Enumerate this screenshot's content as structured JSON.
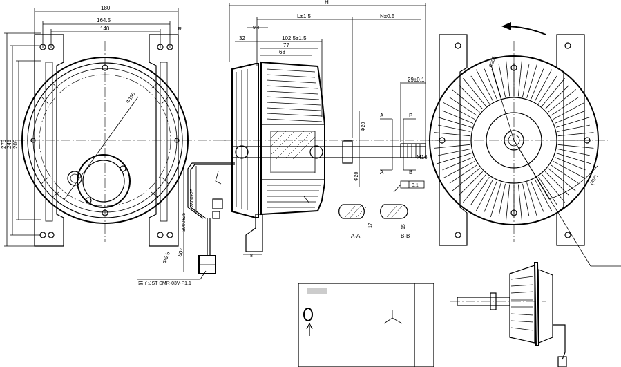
{
  "front_view": {
    "dims": {
      "w180": "180",
      "w164": "164.5",
      "w140": "140",
      "h275": "275",
      "h245": "245",
      "h205": "205",
      "dia": "Φ190",
      "hole": "Φ5.5",
      "angle": "80°"
    },
    "connector_note": "端子:JST SMR-03V-P1.1",
    "lead_a": "3000±25",
    "lead_b": "2800±25"
  },
  "side_view": {
    "dims": {
      "H": "H",
      "L": "L±1.5",
      "N": "N±0.5",
      "d32": "32",
      "d102": "102.5±1.5",
      "d77": "77",
      "d68": "68",
      "d29": "29±0.1",
      "thread": "M16",
      "shaft_top": "Φ20",
      "shaft_bottom": "Φ20",
      "tol": "0.1",
      "sec_A": "A",
      "sec_B": "B",
      "n8": "8"
    }
  },
  "sections": {
    "a_label": "A-A",
    "b_label": "B-B",
    "a_dim": "17",
    "b_dim": "15"
  },
  "rear_view": {
    "dims": {
      "r": "R205",
      "angle": "(45°)"
    }
  }
}
